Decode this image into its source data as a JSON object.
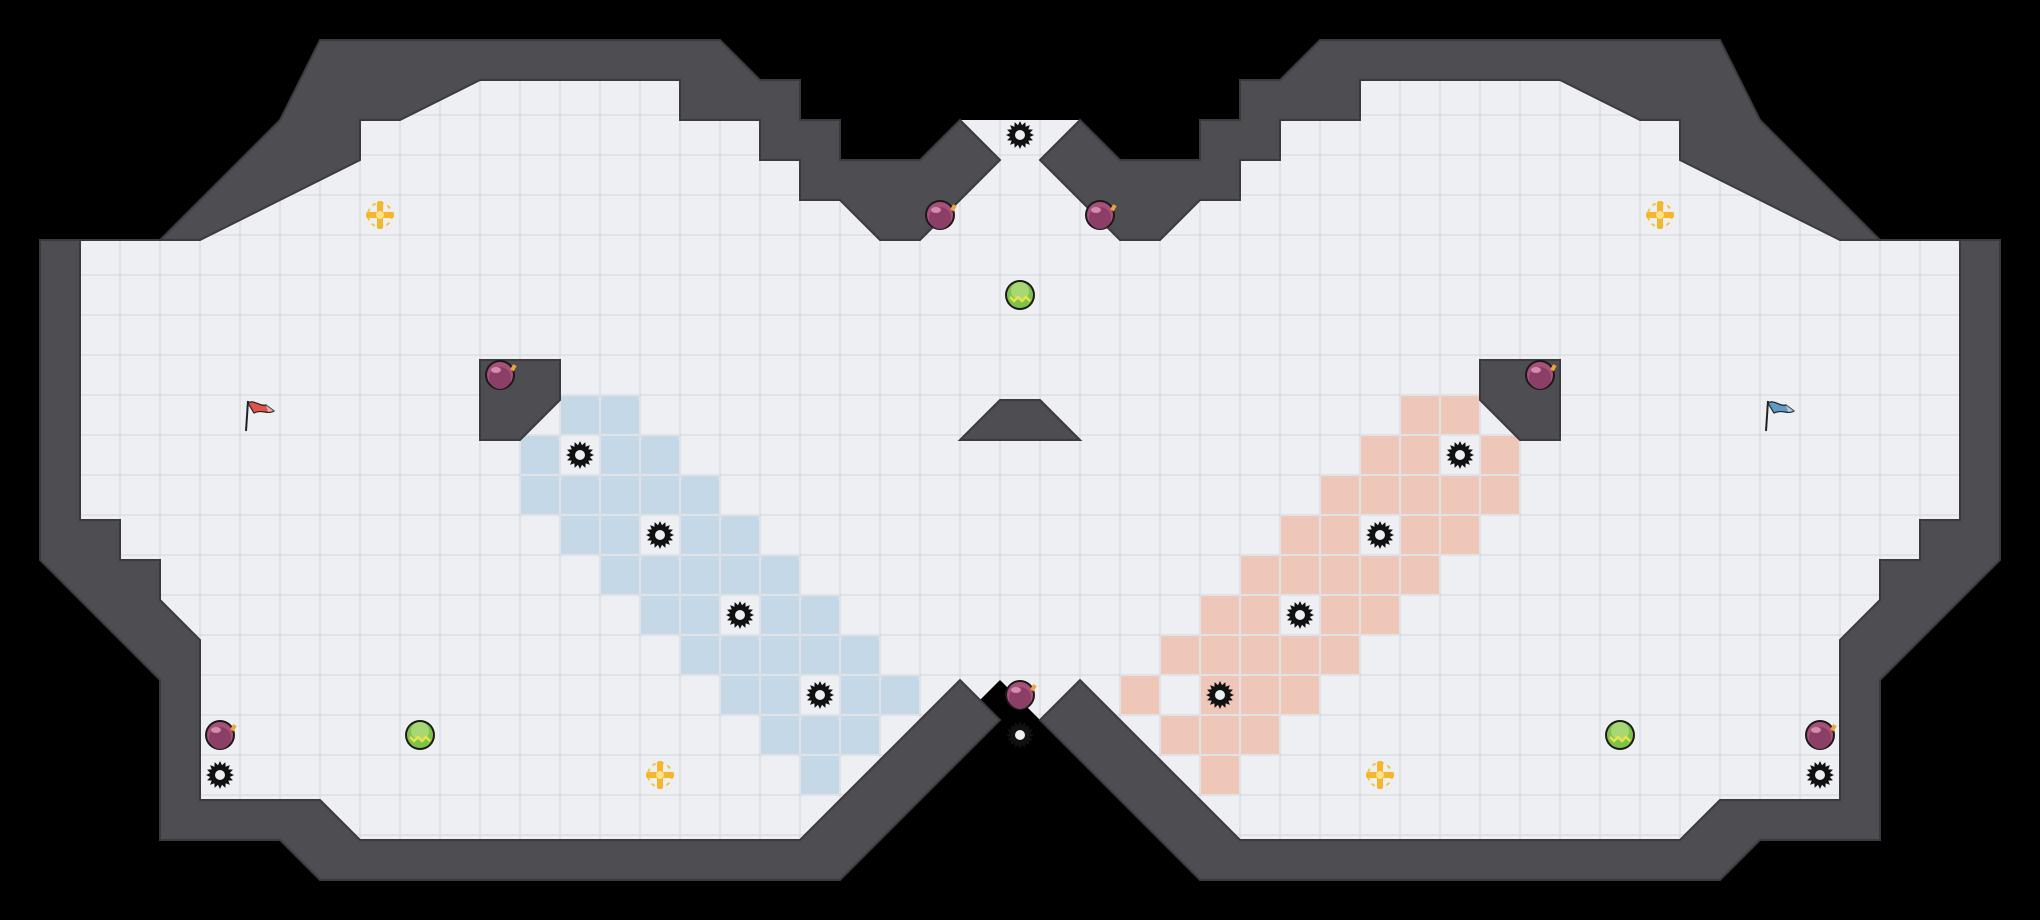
{
  "map": {
    "grid": {
      "cols": 51,
      "rows": 23
    },
    "colors": {
      "background": "#000000",
      "floor": "#EEEFF3",
      "grid_line": "#D7D9DF",
      "wall": "#4E4D52",
      "wall_outline": "#3A393E",
      "blue_zone": "#C5D8E8",
      "red_zone": "#EEC7B9",
      "edge_tile": "#F2F2F4"
    },
    "blue_zone_cells": [
      [
        14,
        10
      ],
      [
        15,
        10
      ],
      [
        13,
        11
      ],
      [
        15,
        11
      ],
      [
        16,
        11
      ],
      [
        13,
        12
      ],
      [
        14,
        12
      ],
      [
        15,
        12
      ],
      [
        16,
        12
      ],
      [
        17,
        12
      ],
      [
        14,
        13
      ],
      [
        15,
        13
      ],
      [
        17,
        13
      ],
      [
        18,
        13
      ],
      [
        15,
        14
      ],
      [
        16,
        14
      ],
      [
        17,
        14
      ],
      [
        18,
        14
      ],
      [
        19,
        14
      ],
      [
        16,
        15
      ],
      [
        17,
        15
      ],
      [
        19,
        15
      ],
      [
        20,
        15
      ],
      [
        17,
        16
      ],
      [
        18,
        16
      ],
      [
        19,
        16
      ],
      [
        20,
        16
      ],
      [
        21,
        16
      ],
      [
        18,
        17
      ],
      [
        19,
        17
      ],
      [
        21,
        17
      ],
      [
        22,
        17
      ],
      [
        19,
        18
      ],
      [
        20,
        18
      ],
      [
        21,
        18
      ],
      [
        20,
        19
      ]
    ],
    "red_zone_cells": [
      [
        35,
        10
      ],
      [
        36,
        10
      ],
      [
        34,
        11
      ],
      [
        35,
        11
      ],
      [
        37,
        11
      ],
      [
        33,
        12
      ],
      [
        34,
        12
      ],
      [
        35,
        12
      ],
      [
        36,
        12
      ],
      [
        37,
        12
      ],
      [
        32,
        13
      ],
      [
        33,
        13
      ],
      [
        35,
        13
      ],
      [
        36,
        13
      ],
      [
        31,
        14
      ],
      [
        32,
        14
      ],
      [
        33,
        14
      ],
      [
        34,
        14
      ],
      [
        35,
        14
      ],
      [
        30,
        15
      ],
      [
        31,
        15
      ],
      [
        33,
        15
      ],
      [
        34,
        15
      ],
      [
        29,
        16
      ],
      [
        30,
        16
      ],
      [
        31,
        16
      ],
      [
        32,
        16
      ],
      [
        33,
        16
      ],
      [
        28,
        17
      ],
      [
        30,
        17
      ],
      [
        31,
        17
      ],
      [
        32,
        17
      ],
      [
        29,
        18
      ],
      [
        30,
        18
      ],
      [
        31,
        18
      ],
      [
        30,
        19
      ]
    ]
  },
  "flags": [
    {
      "team": "red",
      "col": 6,
      "row": 10,
      "color": "#E2534A"
    },
    {
      "team": "blue",
      "col": 44,
      "row": 10,
      "color": "#5F9BC7"
    }
  ],
  "spikes": [
    [
      25,
      3
    ],
    [
      14,
      11
    ],
    [
      16,
      13
    ],
    [
      18,
      15
    ],
    [
      20,
      17
    ],
    [
      25,
      18
    ],
    [
      5,
      19
    ],
    [
      36,
      11
    ],
    [
      34,
      13
    ],
    [
      32,
      15
    ],
    [
      30,
      17
    ],
    [
      45,
      19
    ]
  ],
  "bombs": [
    [
      23,
      5
    ],
    [
      27,
      5
    ],
    [
      12,
      9
    ],
    [
      38,
      9
    ],
    [
      25,
      17
    ],
    [
      5,
      18
    ],
    [
      45,
      18
    ]
  ],
  "powerups": [
    [
      25,
      7
    ],
    [
      10,
      18
    ],
    [
      40,
      18
    ]
  ],
  "boosts": [
    [
      9,
      5
    ],
    [
      41,
      5
    ],
    [
      16,
      19
    ],
    [
      34,
      19
    ]
  ],
  "icons": {
    "flag": "flag-icon",
    "spike": "spike-icon",
    "bomb": "bomb-icon",
    "powerup": "powerup-icon",
    "boost": "boost-icon"
  }
}
